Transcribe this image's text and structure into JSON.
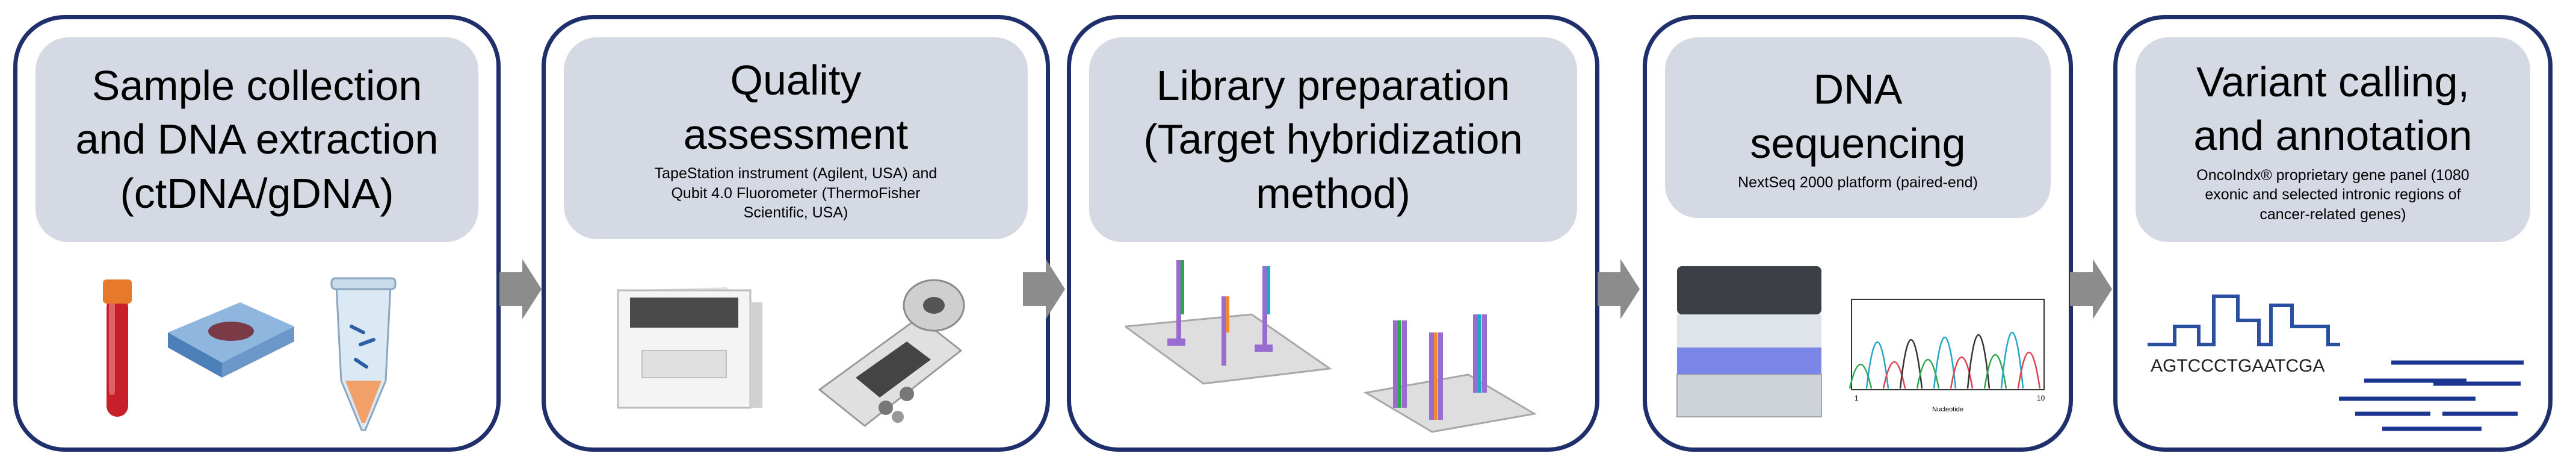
{
  "steps": [
    {
      "title_lines": [
        "Sample collection",
        "and DNA extraction",
        "(ctDNA/gDNA)"
      ],
      "subtitle_lines": []
    },
    {
      "title_lines": [
        "Quality",
        "assessment"
      ],
      "subtitle_lines": [
        "TapeStation instrument (Agilent, USA) and",
        "Qubit 4.0 Fluorometer (ThermoFisher",
        "Scientific, USA)"
      ]
    },
    {
      "title_lines": [
        "Library preparation",
        "(Target hybridization",
        "method)"
      ],
      "subtitle_lines": []
    },
    {
      "title_lines": [
        "DNA",
        "sequencing"
      ],
      "subtitle_lines": [
        "NextSeq 2000 platform (paired-end)"
      ]
    },
    {
      "title_lines": [
        "Variant calling,",
        "and annotation"
      ],
      "subtitle_lines": [
        "OncoIndx® proprietary gene panel (1080",
        "exonic and selected intronic regions of",
        "cancer-related genes)"
      ]
    }
  ],
  "chromatogram": {
    "x_start": "1",
    "x_end": "10",
    "x_label": "Nucleotide"
  },
  "sequence_text": "AGTCCCTGAATCGA",
  "colors": {
    "border": "#1f2f6b",
    "header_fill": "#d5d9e4",
    "arrow": "#8c8c8c"
  }
}
